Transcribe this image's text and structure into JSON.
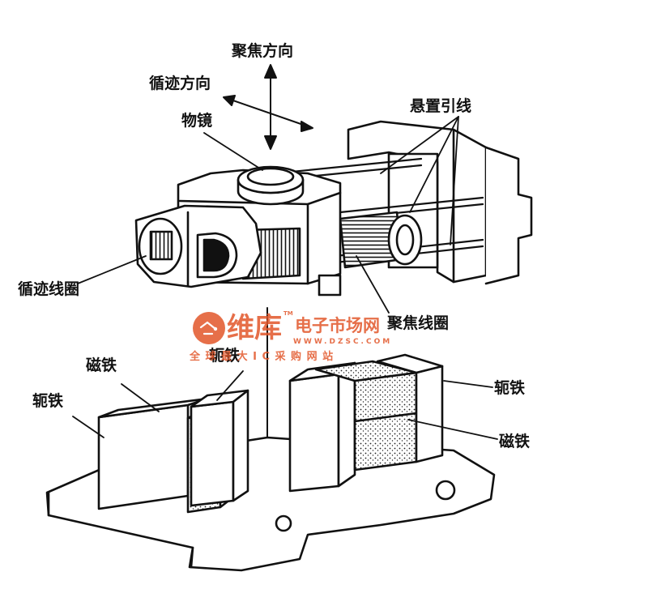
{
  "labels": {
    "focus_direction": "聚焦方向",
    "tracking_direction": "循迹方向",
    "objective_lens": "物镜",
    "suspension_wire": "悬置引线",
    "tracking_coil": "循迹线圈",
    "focus_coil": "聚焦线圈",
    "magnet_left": "磁铁",
    "yoke_center": "轭铁",
    "yoke_left": "轭铁",
    "yoke_right": "轭铁",
    "magnet_right": "磁铁"
  },
  "watermark": {
    "brand": "维库",
    "tm": "TM",
    "site_cn": "电子市场网",
    "url": "WWW.DZSC.COM",
    "slogan": "全 球 最 大 I C 采 购 网 站",
    "color": "#e2562a"
  }
}
